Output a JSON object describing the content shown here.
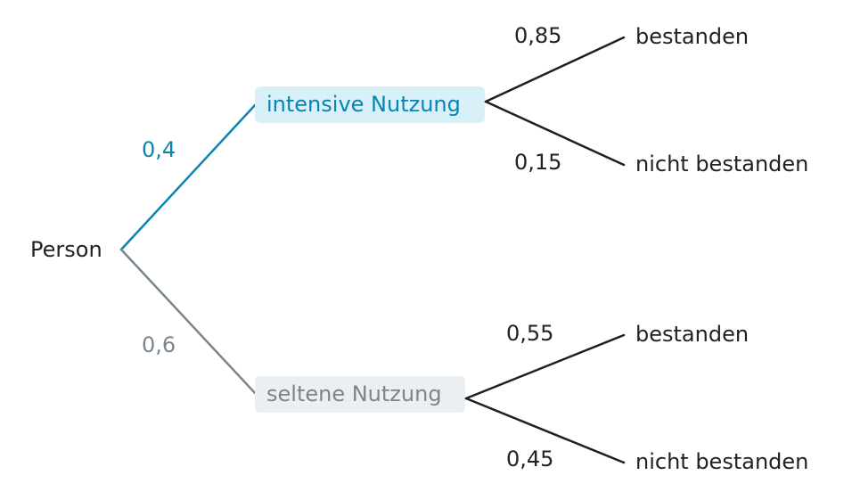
{
  "tree": {
    "root": {
      "label": "Person"
    },
    "branches": [
      {
        "label": "intensive Nutzung",
        "probability": "0,4",
        "color": "#0a84b3",
        "highlight": "#d8f0f7",
        "outcomes": [
          {
            "label": "bestanden",
            "probability": "0,85"
          },
          {
            "label": "nicht bestanden",
            "probability": "0,15"
          }
        ]
      },
      {
        "label": "seltene Nutzung",
        "probability": "0,6",
        "color": "#7a868e",
        "highlight": "#eceff1",
        "outcomes": [
          {
            "label": "bestanden",
            "probability": "0,55"
          },
          {
            "label": "nicht bestanden",
            "probability": "0,45"
          }
        ]
      }
    ]
  }
}
